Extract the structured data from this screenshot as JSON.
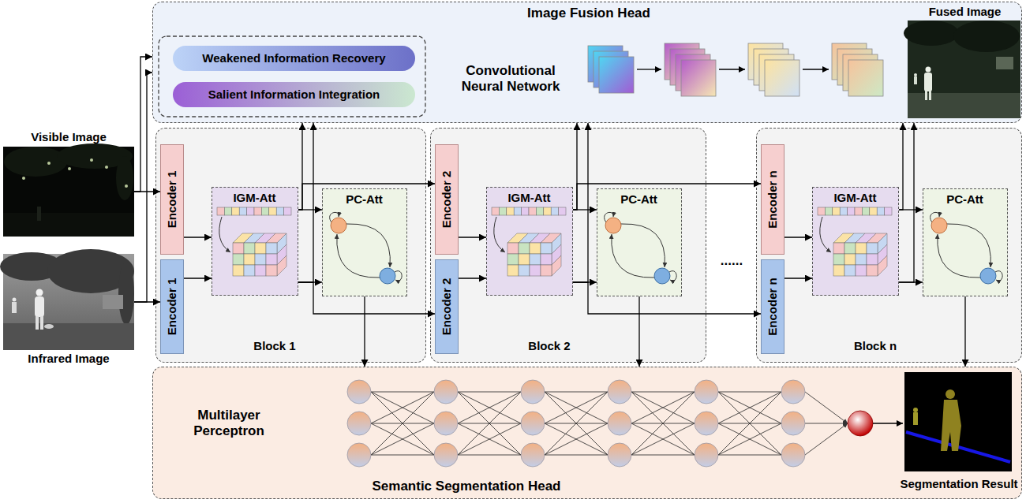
{
  "diagram": {
    "nodes": [
      {
        "text": [
          "Image Fusion Head"
        ]
      },
      {
        "text": [
          "Weakened Information Recovery"
        ],
        "in": 0
      },
      {
        "text": [
          "Salient Information Integration"
        ],
        "in": 0
      },
      {
        "text": [
          "Fused Image"
        ],
        "in": 0
      },
      {
        "text": [
          "Visible Image"
        ]
      },
      {
        "text": [
          "Infrared Image"
        ]
      },
      {
        "text": [
          "Block 1"
        ]
      },
      {
        "text": [
          "Encoder 1"
        ],
        "in": 6
      },
      {
        "text": [
          "Encoder 1"
        ],
        "in": 6
      },
      {
        "text": [
          "IGM-Att"
        ],
        "in": 6
      },
      {
        "text": [
          "PC-Att"
        ],
        "in": 6
      },
      {
        "text": [
          "Block 2"
        ]
      },
      {
        "text": [
          "Encoder 2"
        ],
        "in": 11
      },
      {
        "text": [
          "Encoder 2"
        ],
        "in": 11
      },
      {
        "text": [
          "IGM-Att"
        ],
        "in": 11
      },
      {
        "text": [
          "PC-Att"
        ],
        "in": 11
      },
      {
        "text": [
          "Block n"
        ]
      },
      {
        "text": [
          "Encoder n"
        ],
        "in": 16
      },
      {
        "text": [
          "Encoder n"
        ],
        "in": 16
      },
      {
        "text": [
          "IGM-Att"
        ],
        "in": 16
      },
      {
        "text": [
          "PC-Att"
        ],
        "in": 16
      },
      {
        "text": [
          "Semantic Segmentation Head"
        ]
      },
      {
        "text": [
          "Segmentation Result"
        ],
        "in": 21
      }
    ],
    "edges": [
      {
        "from": 4,
        "to": 0,
        "arrow": "to"
      },
      {
        "from": 5,
        "to": 0,
        "arrow": "to"
      },
      {
        "from": 4,
        "to": 7,
        "arrow": "to"
      },
      {
        "from": 5,
        "to": 8,
        "arrow": "to"
      },
      {
        "from": 7,
        "to": 9,
        "arrow": "to"
      },
      {
        "from": 8,
        "to": 9,
        "arrow": "to"
      },
      {
        "from": 9,
        "to": 10,
        "arrow": "to"
      },
      {
        "from": 9,
        "to": 10,
        "arrow": "to"
      },
      {
        "from": 9,
        "to": 0,
        "arrow": "to"
      },
      {
        "from": 9,
        "to": 0,
        "arrow": "to"
      },
      {
        "from": 9,
        "to": 12,
        "arrow": "to"
      },
      {
        "from": 9,
        "to": 13,
        "arrow": "to"
      },
      {
        "from": 10,
        "to": 21,
        "arrow": "to"
      },
      {
        "from": 12,
        "to": 14,
        "arrow": "to"
      },
      {
        "from": 13,
        "to": 14,
        "arrow": "to"
      },
      {
        "from": 14,
        "to": 15,
        "arrow": "to"
      },
      {
        "from": 14,
        "to": 15,
        "arrow": "to"
      },
      {
        "from": 14,
        "to": 0,
        "arrow": "to"
      },
      {
        "from": 14,
        "to": 0,
        "arrow": "to"
      },
      {
        "from": 14,
        "to": 17,
        "arrow": "to"
      },
      {
        "from": 14,
        "to": 18,
        "arrow": "to"
      },
      {
        "from": 15,
        "to": 21,
        "arrow": "to"
      },
      {
        "from": 17,
        "to": 19,
        "arrow": "to"
      },
      {
        "from": 18,
        "to": 19,
        "arrow": "to"
      },
      {
        "from": 19,
        "to": 20,
        "arrow": "to"
      },
      {
        "from": 19,
        "to": 20,
        "arrow": "to"
      },
      {
        "from": 19,
        "to": 0,
        "arrow": "to"
      },
      {
        "from": 19,
        "to": 0,
        "arrow": "to"
      },
      {
        "from": 20,
        "to": 21,
        "arrow": "to"
      }
    ],
    "labels": [
      "Convolutional Neural Network",
      "Multilayer Perceptron",
      "......"
    ]
  }
}
